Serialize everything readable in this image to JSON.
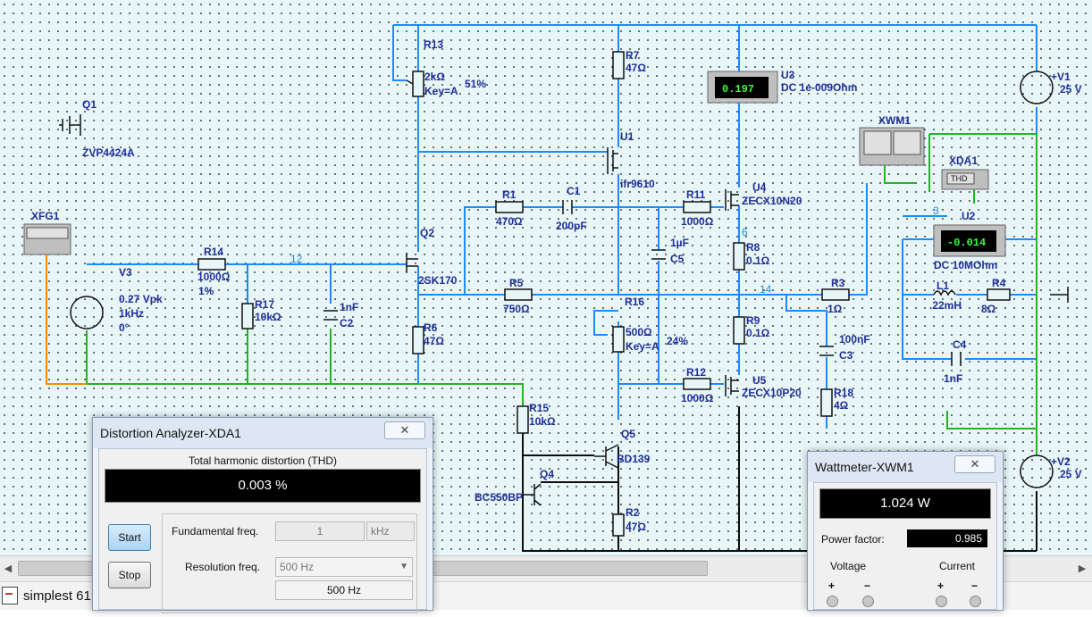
{
  "schematic": {
    "labels": {
      "Q1": "Q1",
      "Q1_part": "ZVP4424A",
      "R13": "R13",
      "R13_val": "2kΩ",
      "R13_key": "Key=A",
      "R13_pct": "51%",
      "R7": "R7",
      "R7_val": "47Ω",
      "U1": "U1",
      "U1_part": "ifr9610",
      "U3": "U3",
      "U3_info": "DC  1e-009Ohm",
      "V1": "+V1",
      "V1_val": "25 V",
      "XWM1": "XWM1",
      "XDA1": "XDA1",
      "XDA1_txt": "THD",
      "XFG1": "XFG1",
      "R1": "R1",
      "R1_val": "470Ω",
      "C1": "C1",
      "C1_val": "200pF",
      "R11": "R11",
      "R11_val": "1000Ω",
      "U4": "U4",
      "U4_part": "ZECX10N20",
      "U2": "U2",
      "U2_info": "DC  10MOhm",
      "R14": "R14",
      "R14_val": "1000Ω",
      "R14_pct": "1%",
      "V3": "V3",
      "V3_amp": "0.27 Vpk",
      "V3_freq": "1kHz",
      "V3_phase": "0°",
      "Q2": "Q2",
      "Q2_part": "2SK170",
      "C5": "C5",
      "C5_val": "1µF",
      "R8": "R8",
      "R8_val": "0.1Ω",
      "R17": "R17",
      "R17_val": "10kΩ",
      "C2": "C2",
      "C2_val": "1nF",
      "R5": "R5",
      "R5_val": "750Ω",
      "R16": "R16",
      "R16_val": "500Ω",
      "R16_key": "Key=A",
      "R16_pct": "24%",
      "R3": "R3",
      "R3_val": "1Ω",
      "L1": "L1",
      "L1_val": ".22mH",
      "R4": "R4",
      "R4_val": "8Ω",
      "R6": "R6",
      "R6_val": "47Ω",
      "R9": "R9",
      "R9_val": "0.1Ω",
      "C3": "C3",
      "C3_val": "100nF",
      "C4": "C4",
      "C4_val": "1nF",
      "R12": "R12",
      "R12_val": "1000Ω",
      "U5": "U5",
      "U5_part": "ZECX10P20",
      "R18": "R18",
      "R18_val": "4Ω",
      "R15": "R15",
      "R15_val": "10kΩ",
      "Q5": "Q5",
      "Q5_part": "BD139",
      "Q4": "Q4",
      "Q4_part": "BC550BP",
      "R2": "R2",
      "R2_val": "47Ω",
      "V2": "+V2",
      "V2_val": "25 V"
    },
    "nets": {
      "n12": "12",
      "n6": "6",
      "n14": "14",
      "n3": "3"
    },
    "u3_reading": "0.197",
    "u2_reading": "-0.014"
  },
  "distortion_window": {
    "title": "Distortion Analyzer-XDA1",
    "close": "✕",
    "thd_label": "Total harmonic distortion (THD)",
    "thd_value": "0.003 %",
    "start_label": "Start",
    "stop_label": "Stop",
    "fund_label": "Fundamental freq.",
    "fund_value": "1",
    "fund_unit": "kHz",
    "res_label": "Resolution freq.",
    "res_selected": "500 Hz",
    "res_readout": "500 Hz"
  },
  "watt_window": {
    "title": "Wattmeter-XWM1",
    "close": "✕",
    "power": "1.024 W",
    "pf_label": "Power factor:",
    "pf_value": "0.985",
    "voltage_label": "Voltage",
    "current_label": "Current",
    "plus": "+",
    "minus": "−"
  },
  "taskbar": {
    "doc_tab": "simplest 61"
  },
  "colors": {
    "wire_blue": "#1a8cff",
    "wire_green": "#22b522",
    "wire_black": "#0d0d0d",
    "wire_orange": "#ff8a00",
    "label": "#1f2f9a"
  }
}
